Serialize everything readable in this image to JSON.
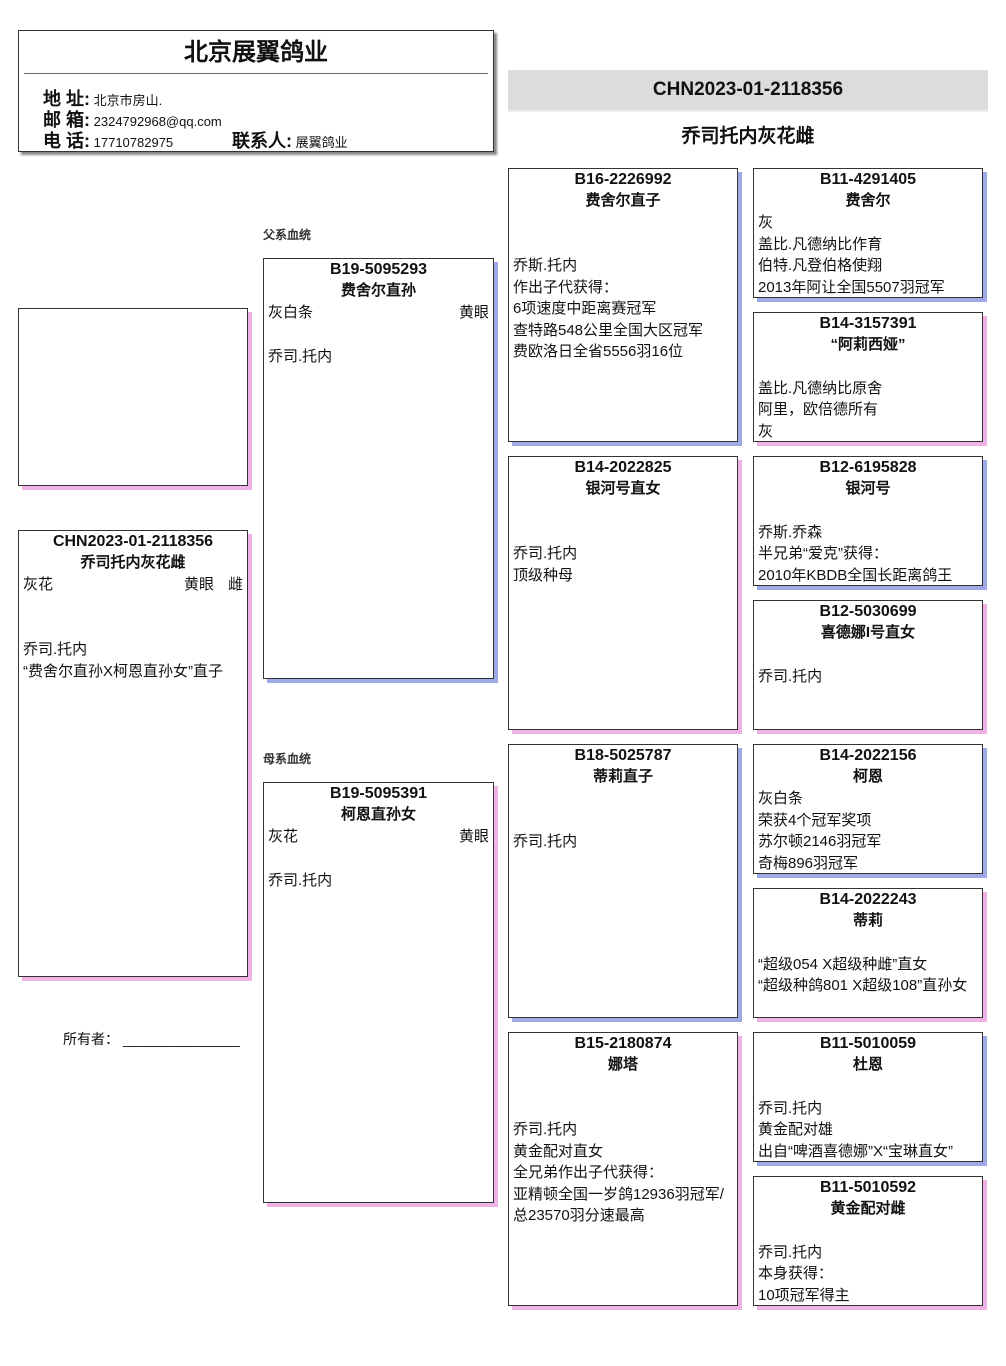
{
  "header": {
    "company": "北京展翼鸽业",
    "address_label": "地 址:",
    "address": "北京市房山.",
    "email_label": "邮 箱:",
    "email": "2324792968@qq.com",
    "phone_label": "电 话:",
    "phone": "17710782975",
    "contact_label": "联系人:",
    "contact": "展翼鸽业"
  },
  "title": {
    "ring": "CHN2023-01-2118356",
    "name": "乔司托内灰花雌"
  },
  "labels": {
    "sire_line": "父系血统",
    "dam_line": "母系血统",
    "owner": "所有者：",
    "owner_blank": "_______________"
  },
  "subject": {
    "ring": "CHN2023-01-2118356",
    "name": "乔司托内灰花雌",
    "color": "灰花",
    "eye": "黄眼",
    "sex": "雌",
    "lines": [
      "",
      "",
      "乔司.托内",
      "“费舍尔直孙X柯恩直孙女”直子"
    ]
  },
  "sire": {
    "ring": "B19-5095293",
    "name": "费舍尔直孙",
    "color": "灰白条",
    "eye": "黄眼",
    "lines": [
      "",
      "乔司.托内"
    ]
  },
  "dam": {
    "ring": "B19-5095391",
    "name": "柯恩直孙女",
    "color": "灰花",
    "eye": "黄眼",
    "lines": [
      "",
      "乔司.托内"
    ]
  },
  "gen3": [
    {
      "ring": "B16-2226992",
      "name": "费舍尔直子",
      "sex": "male",
      "lines": [
        "",
        "",
        "乔斯.托内",
        "作出子代获得：",
        "6项速度中距离赛冠军",
        "查特路548公里全国大区冠军",
        "费欧洛日全省5556羽16位"
      ]
    },
    {
      "ring": "B14-2022825",
      "name": "银河号直女",
      "sex": "female",
      "lines": [
        "",
        "",
        "乔司.托内",
        "顶级种母"
      ]
    },
    {
      "ring": "B18-5025787",
      "name": "蒂莉直子",
      "sex": "male",
      "lines": [
        "",
        "",
        "乔司.托内"
      ]
    },
    {
      "ring": "B15-2180874",
      "name": "娜塔",
      "sex": "female",
      "lines": [
        "",
        "",
        "乔司.托内",
        "黄金配对直女",
        "全兄弟作出子代获得：",
        "亚精顿全国一岁鸽12936羽冠军/总23570羽分速最高"
      ]
    }
  ],
  "gen4": [
    {
      "ring": "B11-4291405",
      "name": "费舍尔",
      "sex": "male",
      "lines": [
        "灰",
        "盖比.凡德纳比作育",
        "伯特.凡登伯格使翔",
        "2013年阿让全国5507羽冠军"
      ]
    },
    {
      "ring": "B14-3157391",
      "name": "“阿莉西娅”",
      "sex": "female",
      "lines": [
        "",
        "盖比.凡德纳比原舍",
        "阿里，欧倍德所有",
        "灰"
      ]
    },
    {
      "ring": "B12-6195828",
      "name": "银河号",
      "sex": "male",
      "lines": [
        "",
        "乔斯.乔森",
        "半兄弟“爱克”获得：",
        "2010年KBDB全国长距离鸽王"
      ]
    },
    {
      "ring": "B12-5030699",
      "name": "喜德娜I号直女",
      "sex": "female",
      "lines": [
        "",
        "乔司.托内"
      ]
    },
    {
      "ring": "B14-2022156",
      "name": "柯恩",
      "sex": "male",
      "lines": [
        "灰白条",
        "荣获4个冠军奖项",
        "苏尔顿2146羽冠军",
        "奇梅896羽冠军"
      ]
    },
    {
      "ring": "B14-2022243",
      "name": "蒂莉",
      "sex": "female",
      "lines": [
        "",
        "“超级054 X超级种雌”直女",
        "“超级种鸽801 X超级108”直孙女"
      ]
    },
    {
      "ring": "B11-5010059",
      "name": "杜恩",
      "sex": "male",
      "lines": [
        "",
        "乔司.托内",
        "黄金配对雄",
        "出自“啤酒喜德娜”X“宝琳直女”"
      ]
    },
    {
      "ring": "B11-5010592",
      "name": "黄金配对雌",
      "sex": "female",
      "lines": [
        "",
        "乔司.托内",
        "本身获得：",
        "10项冠军得主"
      ]
    }
  ],
  "colors": {
    "male_shadow": "#9eaae6",
    "female_shadow": "#f0b2e6",
    "title_bar": "#dcdcdc"
  }
}
